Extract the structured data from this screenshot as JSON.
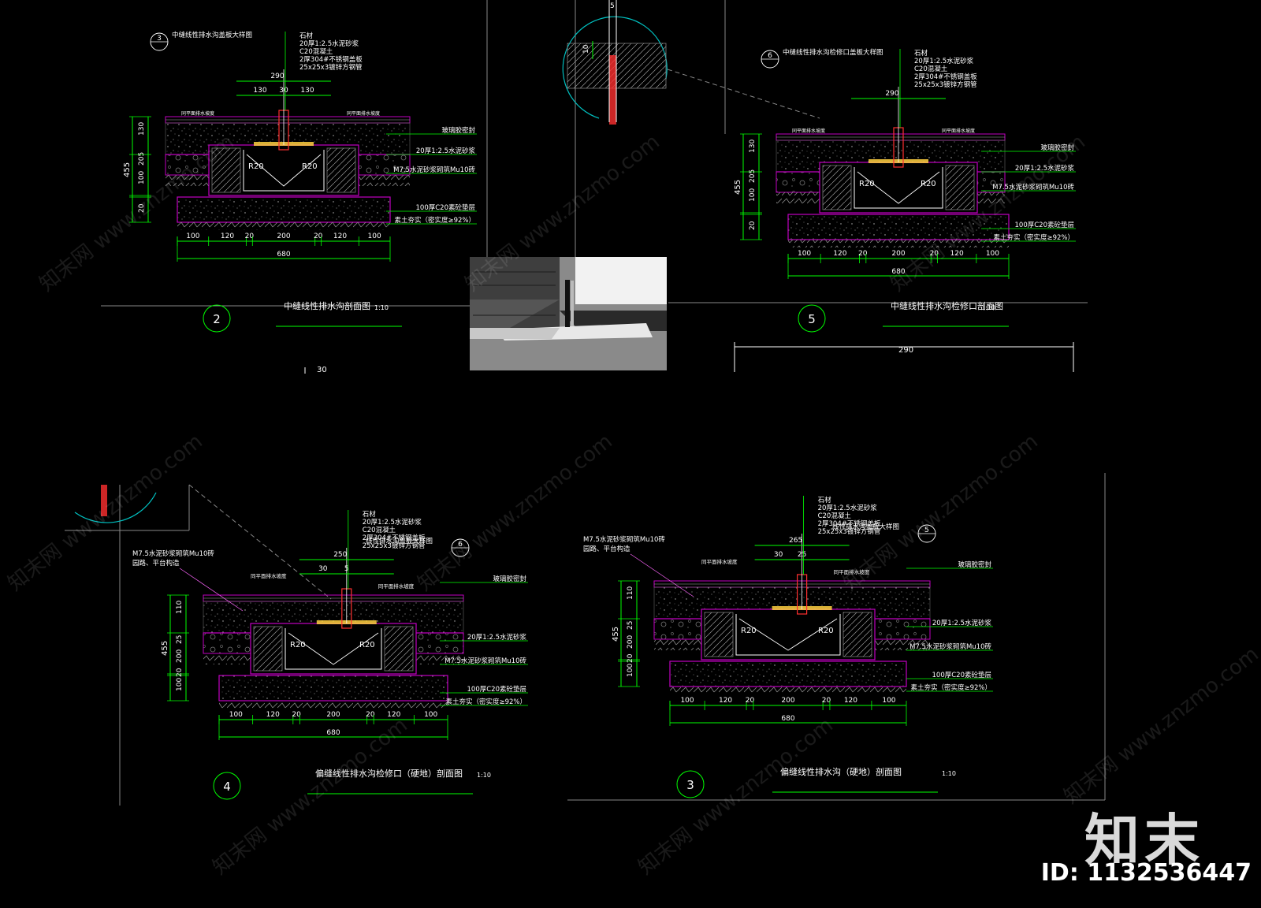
{
  "brand": {
    "logo": "知末",
    "id_label": "ID: 1132536447"
  },
  "watermark": "知末网 www.znzmo.com",
  "common_layers": {
    "stone": "石材",
    "mortar_top": "20厚1:2.5水泥砂浆",
    "concrete": "C20混凝土",
    "cover": "2厚304#不锈钢盖板",
    "pipe": "25x25x3镀锌方钢管",
    "sealant": "玻璃胶密封",
    "mortar": "20厚1:2.5水泥砂浆",
    "brick": "M7.5水泥砂浆砌筑Mu10砖",
    "base": "100厚C20素砼垫层",
    "soil": "素土夯实（密实度≥92%）",
    "road": "园路、平台构造",
    "slope": "同平面排水坡度"
  },
  "details": [
    {
      "id": "d2",
      "number": "2",
      "title": "中缝线性排水沟剖面图",
      "scale": "1:10",
      "ref_num": "3",
      "ref_title": "中缝线性排水沟盖板大样图",
      "top_dims": [
        "290",
        "130",
        "30",
        "130"
      ],
      "left_dims": [
        "455",
        "130",
        "205",
        "100",
        "20"
      ],
      "bottom_dims": [
        "100",
        "120",
        "20",
        "200",
        "20",
        "120",
        "100"
      ],
      "total": "680",
      "r": "R20"
    },
    {
      "id": "d5",
      "number": "5",
      "title": "中缝线性排水沟检修口剖面图",
      "scale": "1:10",
      "ref_num": "6",
      "ref_title": "中缝线性排水沟检修口盖板大样图",
      "top_dims": [
        "290"
      ],
      "left_dims": [
        "455",
        "130",
        "205",
        "100",
        "20"
      ],
      "bottom_dims": [
        "100",
        "120",
        "20",
        "200",
        "20",
        "120",
        "100"
      ],
      "total": "680",
      "r": "R20"
    },
    {
      "id": "d4",
      "number": "4",
      "title": "偏缝线性排水沟检修口（硬地）剖面图",
      "scale": "1:10",
      "ref_num": "6",
      "ref_title": "线性排水沟盖板大样图",
      "top_dims": [
        "250",
        "30",
        "5"
      ],
      "left_dims": [
        "455",
        "110",
        "25",
        "200",
        "100",
        "20"
      ],
      "bottom_dims": [
        "100",
        "120",
        "20",
        "200",
        "20",
        "120",
        "100"
      ],
      "total": "680",
      "r": "R20"
    },
    {
      "id": "d3",
      "number": "3",
      "title": "偏缝线性排水沟（硬地）剖面图",
      "scale": "1:10",
      "ref_num": "5",
      "ref_title": "线性排水沟盖板大样图",
      "top_dims": [
        "265",
        "30",
        "25"
      ],
      "left_dims": [
        "455",
        "110",
        "25",
        "200",
        "100",
        "20"
      ],
      "bottom_dims": [
        "100",
        "120",
        "20",
        "200",
        "20",
        "120",
        "100"
      ],
      "total": "680",
      "r": "R20"
    }
  ],
  "misc_dims": {
    "circle_top": "5",
    "circle_side": "10",
    "long_dim": "290",
    "frag": "30"
  },
  "colors": {
    "background": "#000000",
    "dim": "#00ff00",
    "outline": "#c000c0",
    "leader": "#ff66ff",
    "text": "#ffffff",
    "circle": "#00c0c0",
    "steel": "#ff3030",
    "mortar": "#ffd040"
  }
}
